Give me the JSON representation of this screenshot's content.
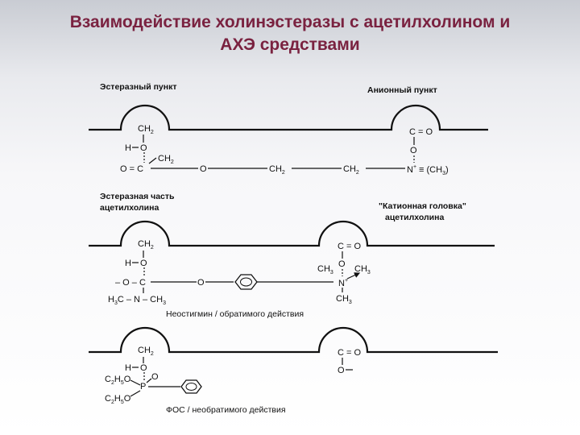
{
  "title": {
    "line1": "Взаимодействие холинэстеразы с ацетилхолином и",
    "line2": "АХЭ средствами"
  },
  "labels": {
    "esteratic_site": "Эстеразный пункт",
    "anionic_site": "Анионный пункт",
    "esteratic_part_1": "Эстеразная часть",
    "esteratic_part_2": "ацетилхолина",
    "cationic_head_1": "\"Катионная головка\"",
    "cationic_head_2": "ацетилхолина",
    "neostigmine": "Неостигмин / обратимого действия",
    "fos": "ФОС / необратимого действия"
  },
  "atoms": {
    "ch2": "CH",
    "sub2": "2",
    "sub3": "3",
    "sub5": "5",
    "h": "H",
    "o": "O",
    "c": "C",
    "p": "P",
    "n": "N",
    "o_eq_c": "O = C",
    "c_eq_o": "C = O",
    "ch3": "CH",
    "n_plus_ch3": "≡ (CH",
    "paren_close": ")",
    "plus": "+",
    "h3c": "H",
    "c_in_h3c": "C",
    "dash_n_dash": "– N – CH",
    "dash_o_dash_c": "– O – C",
    "c2h5o": "C",
    "h_word": "H",
    "o_word": "O",
    "eq_o": "O"
  }
}
